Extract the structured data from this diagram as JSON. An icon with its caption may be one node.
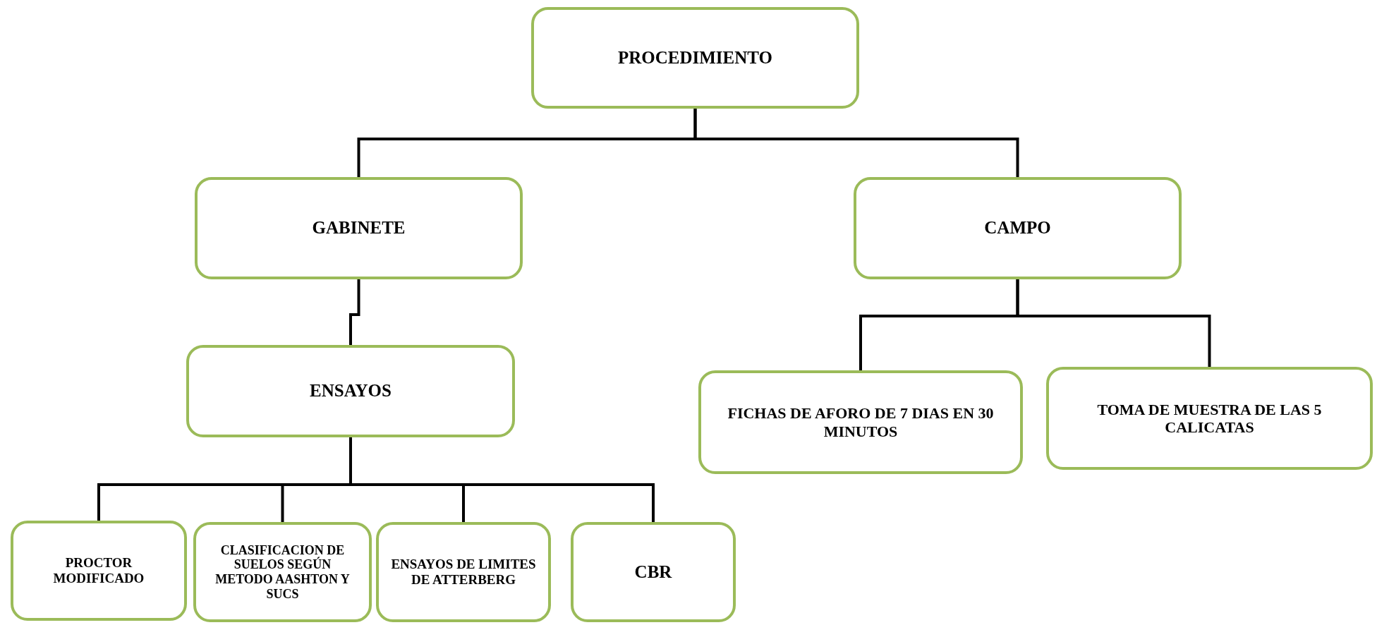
{
  "diagram": {
    "nodes": [
      {
        "text": [
          "PROCEDIMIENTO"
        ]
      },
      {
        "text": [
          "GABINETE"
        ]
      },
      {
        "text": [
          "CAMPO"
        ]
      },
      {
        "text": [
          "ENSAYOS"
        ]
      },
      {
        "text": [
          "PROCTOR MODIFICADO"
        ]
      },
      {
        "text": [
          "CLASIFICACION DE SUELOS SEGÚN METODO AASHTON Y SUCS"
        ]
      },
      {
        "text": [
          "ENSAYOS DE LIMITES DE ATTERBERG"
        ]
      },
      {
        "text": [
          "CBR"
        ]
      },
      {
        "text": [
          "FICHAS DE AFORO DE 7 DIAS EN 30 MINUTOS"
        ]
      },
      {
        "text": [
          "TOMA DE MUESTRA DE LAS 5 CALICATAS"
        ]
      }
    ],
    "edges": [
      {
        "from": 0,
        "to": 1,
        "arrow": "none"
      },
      {
        "from": 0,
        "to": 2,
        "arrow": "none"
      },
      {
        "from": 1,
        "to": 3,
        "arrow": "none"
      },
      {
        "from": 3,
        "to": 4,
        "arrow": "none"
      },
      {
        "from": 3,
        "to": 5,
        "arrow": "none"
      },
      {
        "from": 3,
        "to": 6,
        "arrow": "none"
      },
      {
        "from": 3,
        "to": 7,
        "arrow": "none"
      },
      {
        "from": 2,
        "to": 8,
        "arrow": "none"
      },
      {
        "from": 2,
        "to": 9,
        "arrow": "none"
      }
    ]
  }
}
